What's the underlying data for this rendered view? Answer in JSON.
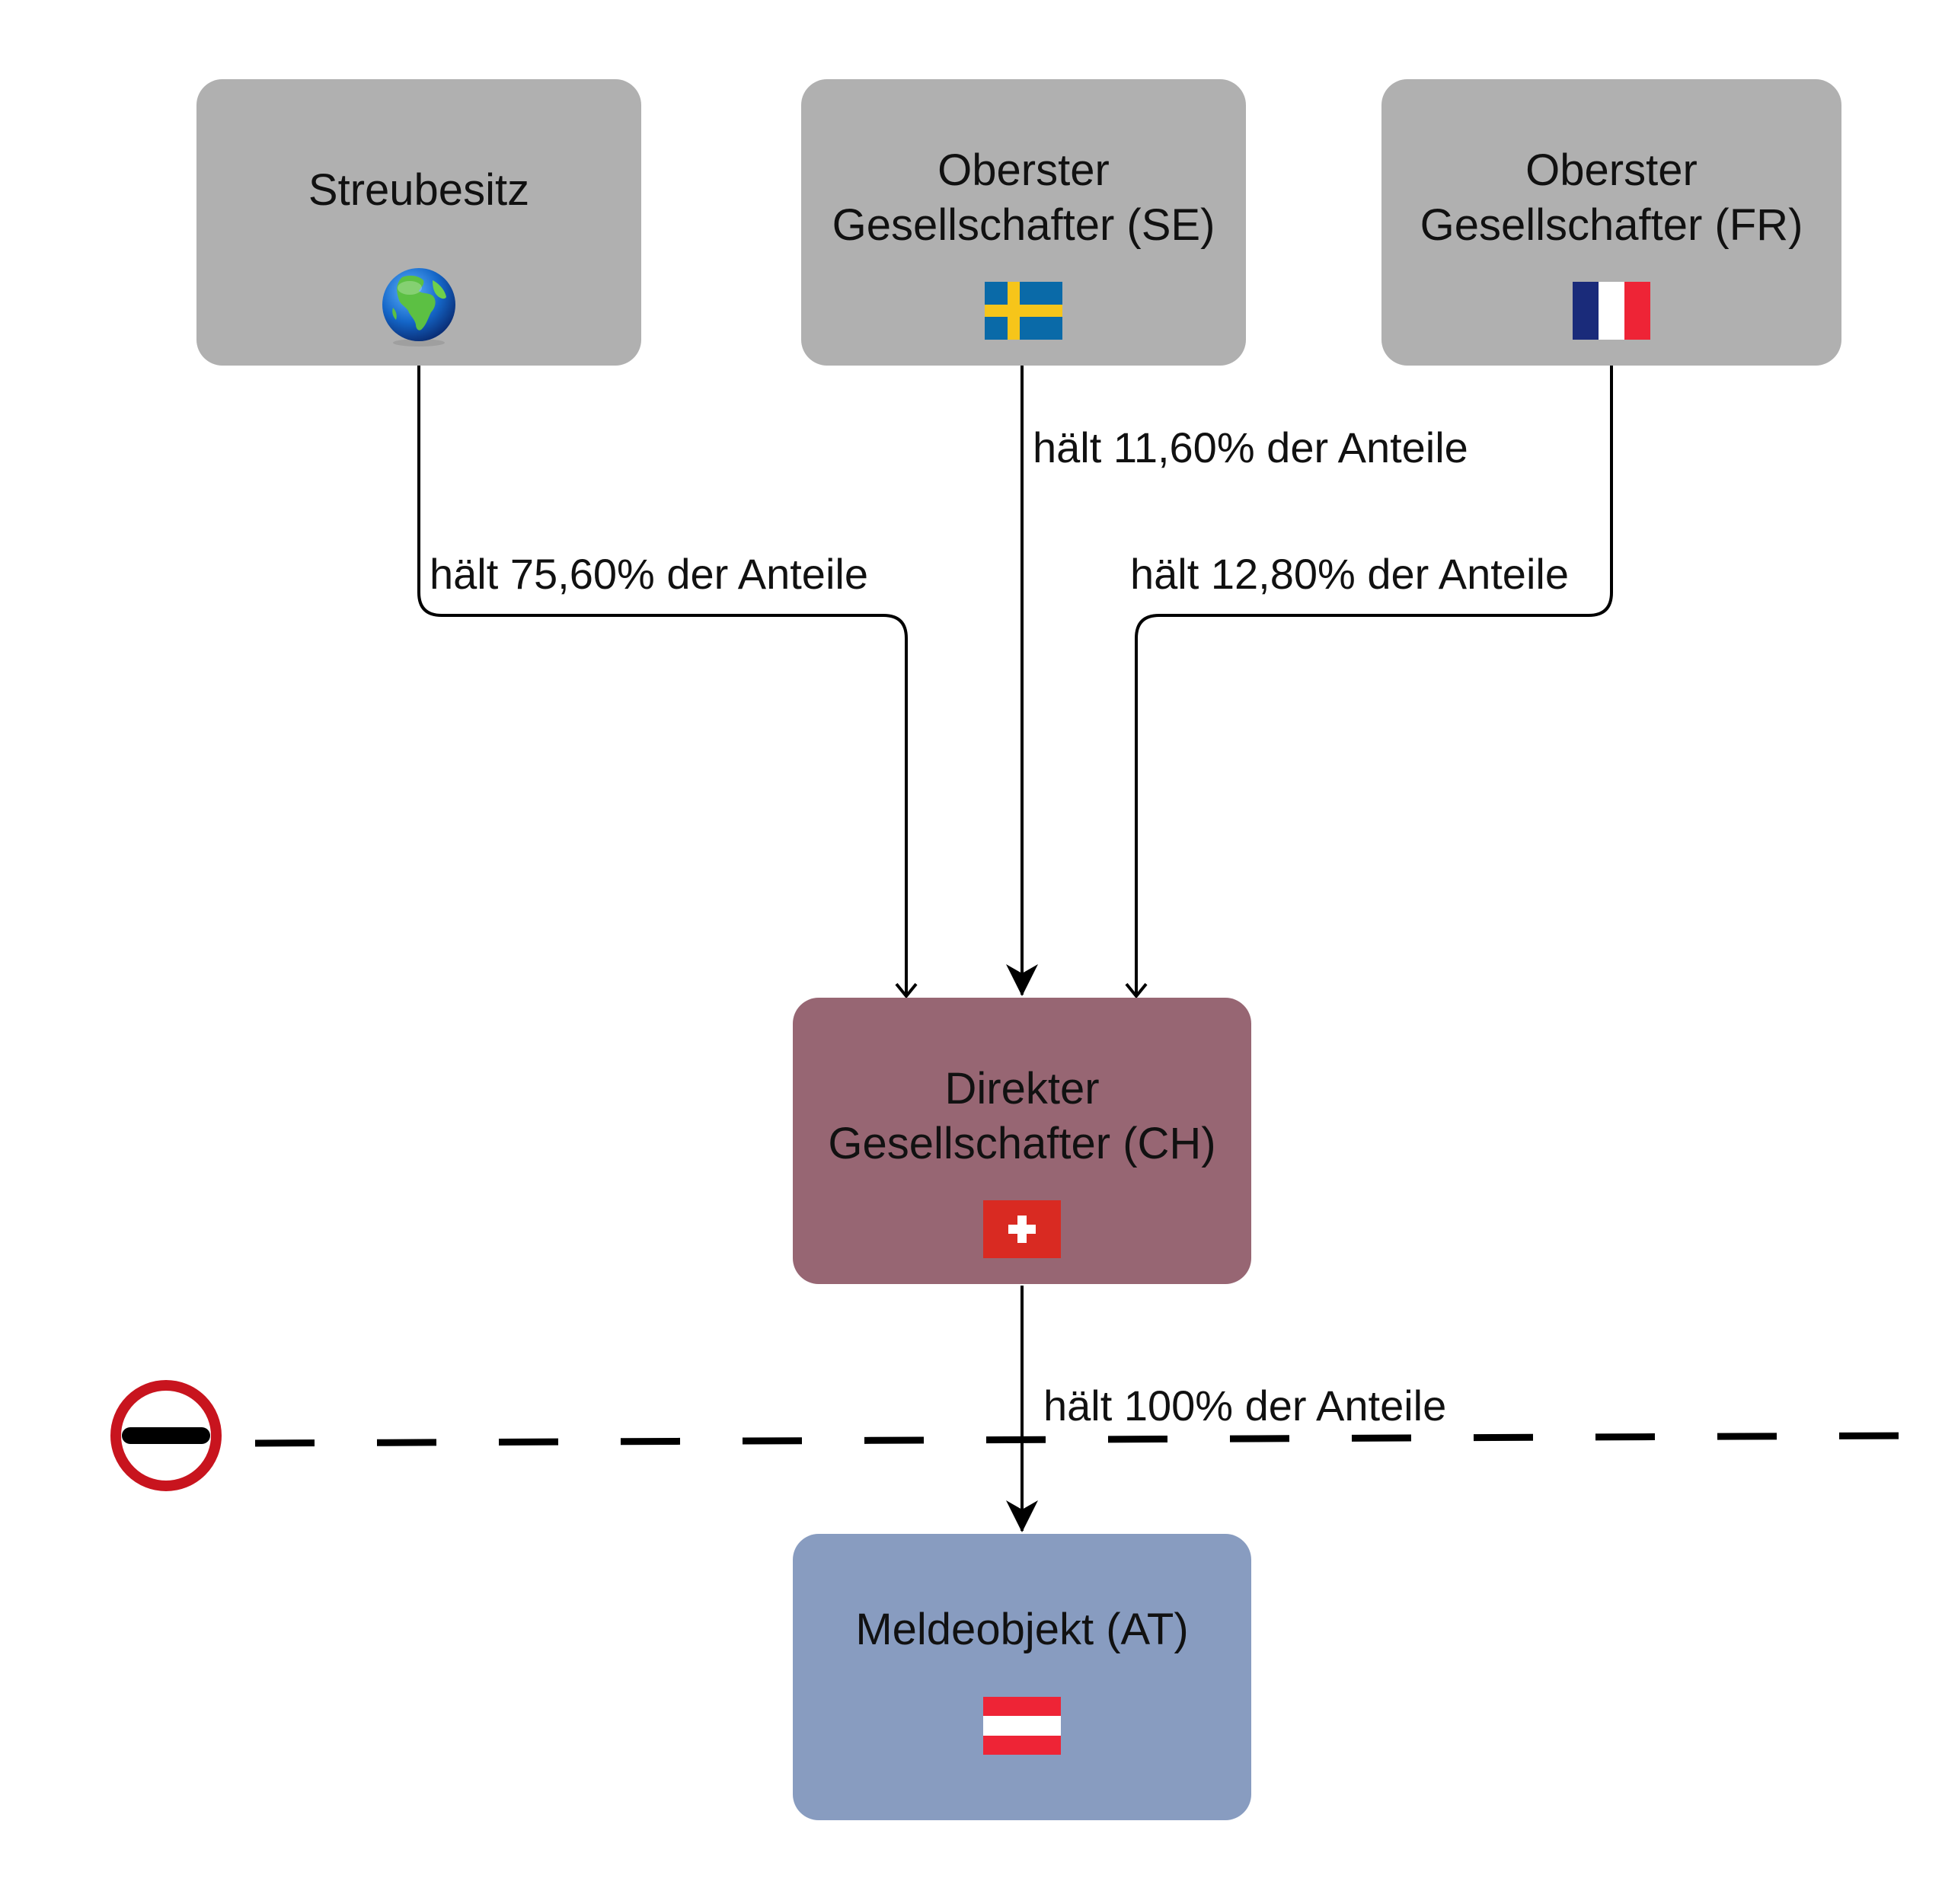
{
  "colors": {
    "holder_box": "#b0b0b0",
    "direct_box": "#976673",
    "report_box": "#889cc0",
    "line": "#000000",
    "stop_sign": "#c8141e"
  },
  "nodes": {
    "streubesitz": {
      "title": "Streubesitz",
      "icon": "globe-icon"
    },
    "top_se": {
      "title_line1": "Oberster",
      "title_line2": "Gesellschafter (SE)",
      "icon": "sweden-flag-icon"
    },
    "top_fr": {
      "title_line1": "Oberster",
      "title_line2": "Gesellschafter (FR)",
      "icon": "france-flag-icon"
    },
    "direct_ch": {
      "title_line1": "Direkter",
      "title_line2": "Gesellschafter (CH)",
      "icon": "switzerland-flag-icon"
    },
    "report_at": {
      "title": "Meldeobjekt (AT)",
      "icon": "austria-flag-icon"
    }
  },
  "edges": {
    "streubesitz_to_ch": "hält 75,60% der Anteile",
    "se_to_ch": "hält 11,60% der Anteile",
    "fr_to_ch": "hält 12,80% der Anteile",
    "ch_to_at": "hält 100% der Anteile"
  },
  "boundary": {
    "icon": "no-entry-icon"
  }
}
